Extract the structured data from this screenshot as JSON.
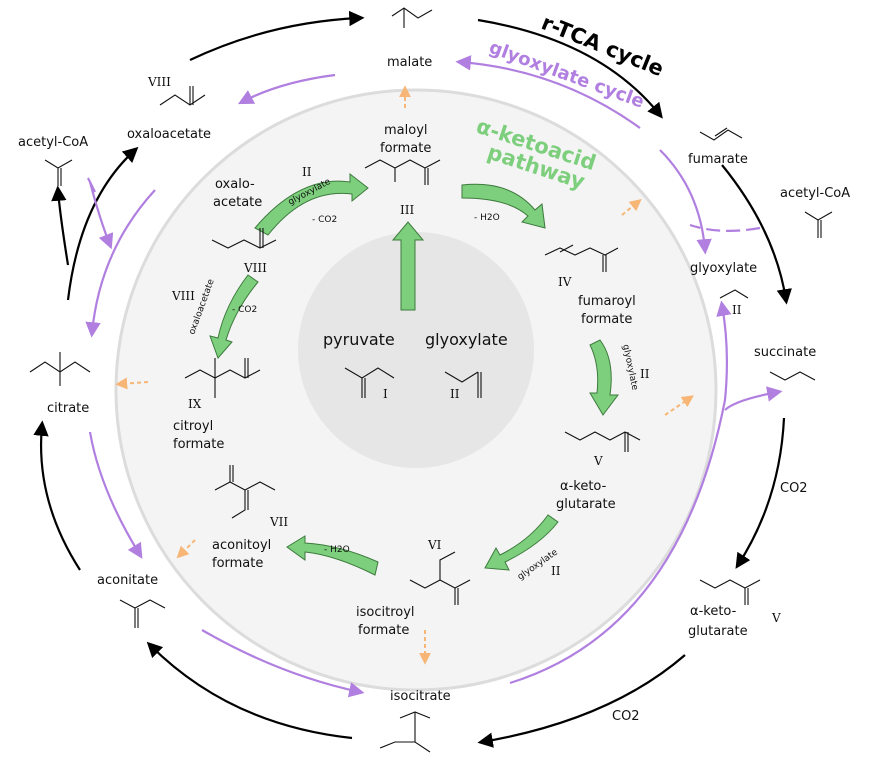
{
  "titles": {
    "rtca": "r-TCA cycle",
    "glyoxylate_cycle": "glyoxylate cycle",
    "akp_line1": "α-ketoacid",
    "akp_line2": "pathway"
  },
  "outer": {
    "malate": "malate",
    "fumarate": "fumarate",
    "succinate": "succinate",
    "akg_line1": "α-keto-",
    "akg_line2": "glutarate",
    "akg_roman": "V",
    "isocitrate": "isocitrate",
    "aconitate": "aconitate",
    "citrate": "citrate",
    "oxaloacetate": "oxaloacetate",
    "oxaloacetate_roman": "VIII",
    "acetylcoa_left": "acetyl-CoA",
    "acetylcoa_right": "acetyl-CoA",
    "glyoxylate_right": "glyoxylate",
    "glyoxylate_right_roman": "II",
    "co2_right": "CO2",
    "co2_bottom": "CO2"
  },
  "inner": {
    "maloyl_l1": "maloyl",
    "maloyl_l2": "formate",
    "maloyl_roman": "III",
    "fumaroyl_l1": "fumaroyl",
    "fumaroyl_l2": "formate",
    "fumaroyl_roman": "IV",
    "akg_l1": "α-keto-",
    "akg_l2": "glutarate",
    "akg_roman": "V",
    "isocitroyl_l1": "isocitroyl",
    "isocitroyl_l2": "formate",
    "isocitroyl_roman": "VI",
    "aconitoyl_l1": "aconitoyl",
    "aconitoyl_l2": "formate",
    "aconitoyl_roman": "VII",
    "citroyl_l1": "citroyl",
    "citroyl_l2": "formate",
    "citroyl_roman": "IX",
    "oxalo_l1": "oxalo-",
    "oxalo_l2": "acetate",
    "oxalo_roman": "VIII",
    "arrow_glyoxylate_top": "glyoxylate",
    "arrow_glyoxylate_top_roman": "II",
    "arrow_minus_co2_top": "- CO2",
    "arrow_minus_h2o_top": "- H2O",
    "arrow_glyoxylate_right": "glyoxylate",
    "arrow_glyoxylate_right_roman": "II",
    "arrow_glyoxylate_bottom": "glyoxylate",
    "arrow_glyoxylate_bottom_roman": "II",
    "arrow_minus_h2o_bottom": "- H2O",
    "arrow_oxaloacetate": "oxaloacetate",
    "arrow_oxaloacetate_roman": "VIII",
    "arrow_minus_co2_left": "- CO2"
  },
  "center": {
    "pyruvate": "pyruvate",
    "pyruvate_roman": "I",
    "glyoxylate": "glyoxylate",
    "glyoxylate_roman": "II"
  },
  "colors": {
    "black_arrow": "#000000",
    "purple_arrow": "#b07fe0",
    "green_arrow": "#7dcf7d",
    "orange_arrow": "#f7b676",
    "inner_disk": "#f4f4f4",
    "center_disk": "#e6e6e6"
  }
}
